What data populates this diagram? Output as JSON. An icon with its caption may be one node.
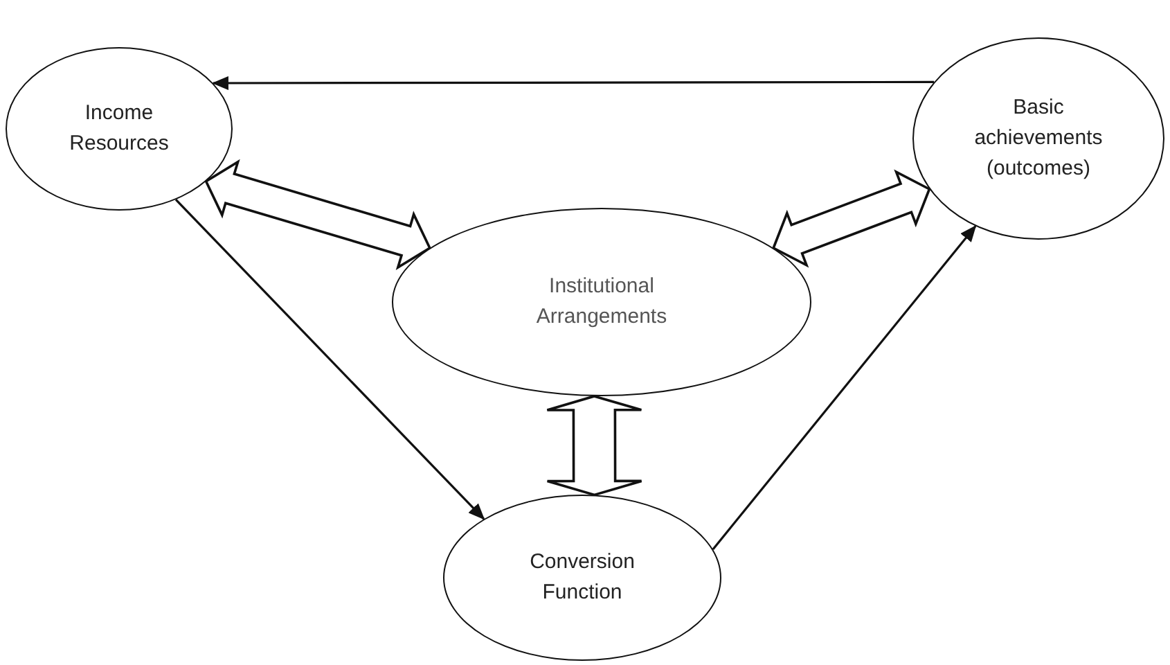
{
  "diagram": {
    "nodes": [
      {
        "text": [
          "Income Resources"
        ]
      },
      {
        "text": [
          "Basic achievements (outcomes)"
        ]
      },
      {
        "text": [
          "Institutional Arrangements"
        ]
      },
      {
        "text": [
          "Conversion Function"
        ]
      }
    ],
    "edges": [
      {
        "from": 1,
        "to": 0,
        "arrow": "to"
      },
      {
        "from": 0,
        "to": 3,
        "arrow": "to"
      },
      {
        "from": 3,
        "to": 1,
        "arrow": "to"
      },
      {
        "from": 0,
        "to": 2,
        "arrow": "both",
        "style": "thick"
      },
      {
        "from": 1,
        "to": 2,
        "arrow": "both",
        "style": "thick"
      },
      {
        "from": 2,
        "to": 3,
        "arrow": "both",
        "style": "thick"
      }
    ]
  }
}
